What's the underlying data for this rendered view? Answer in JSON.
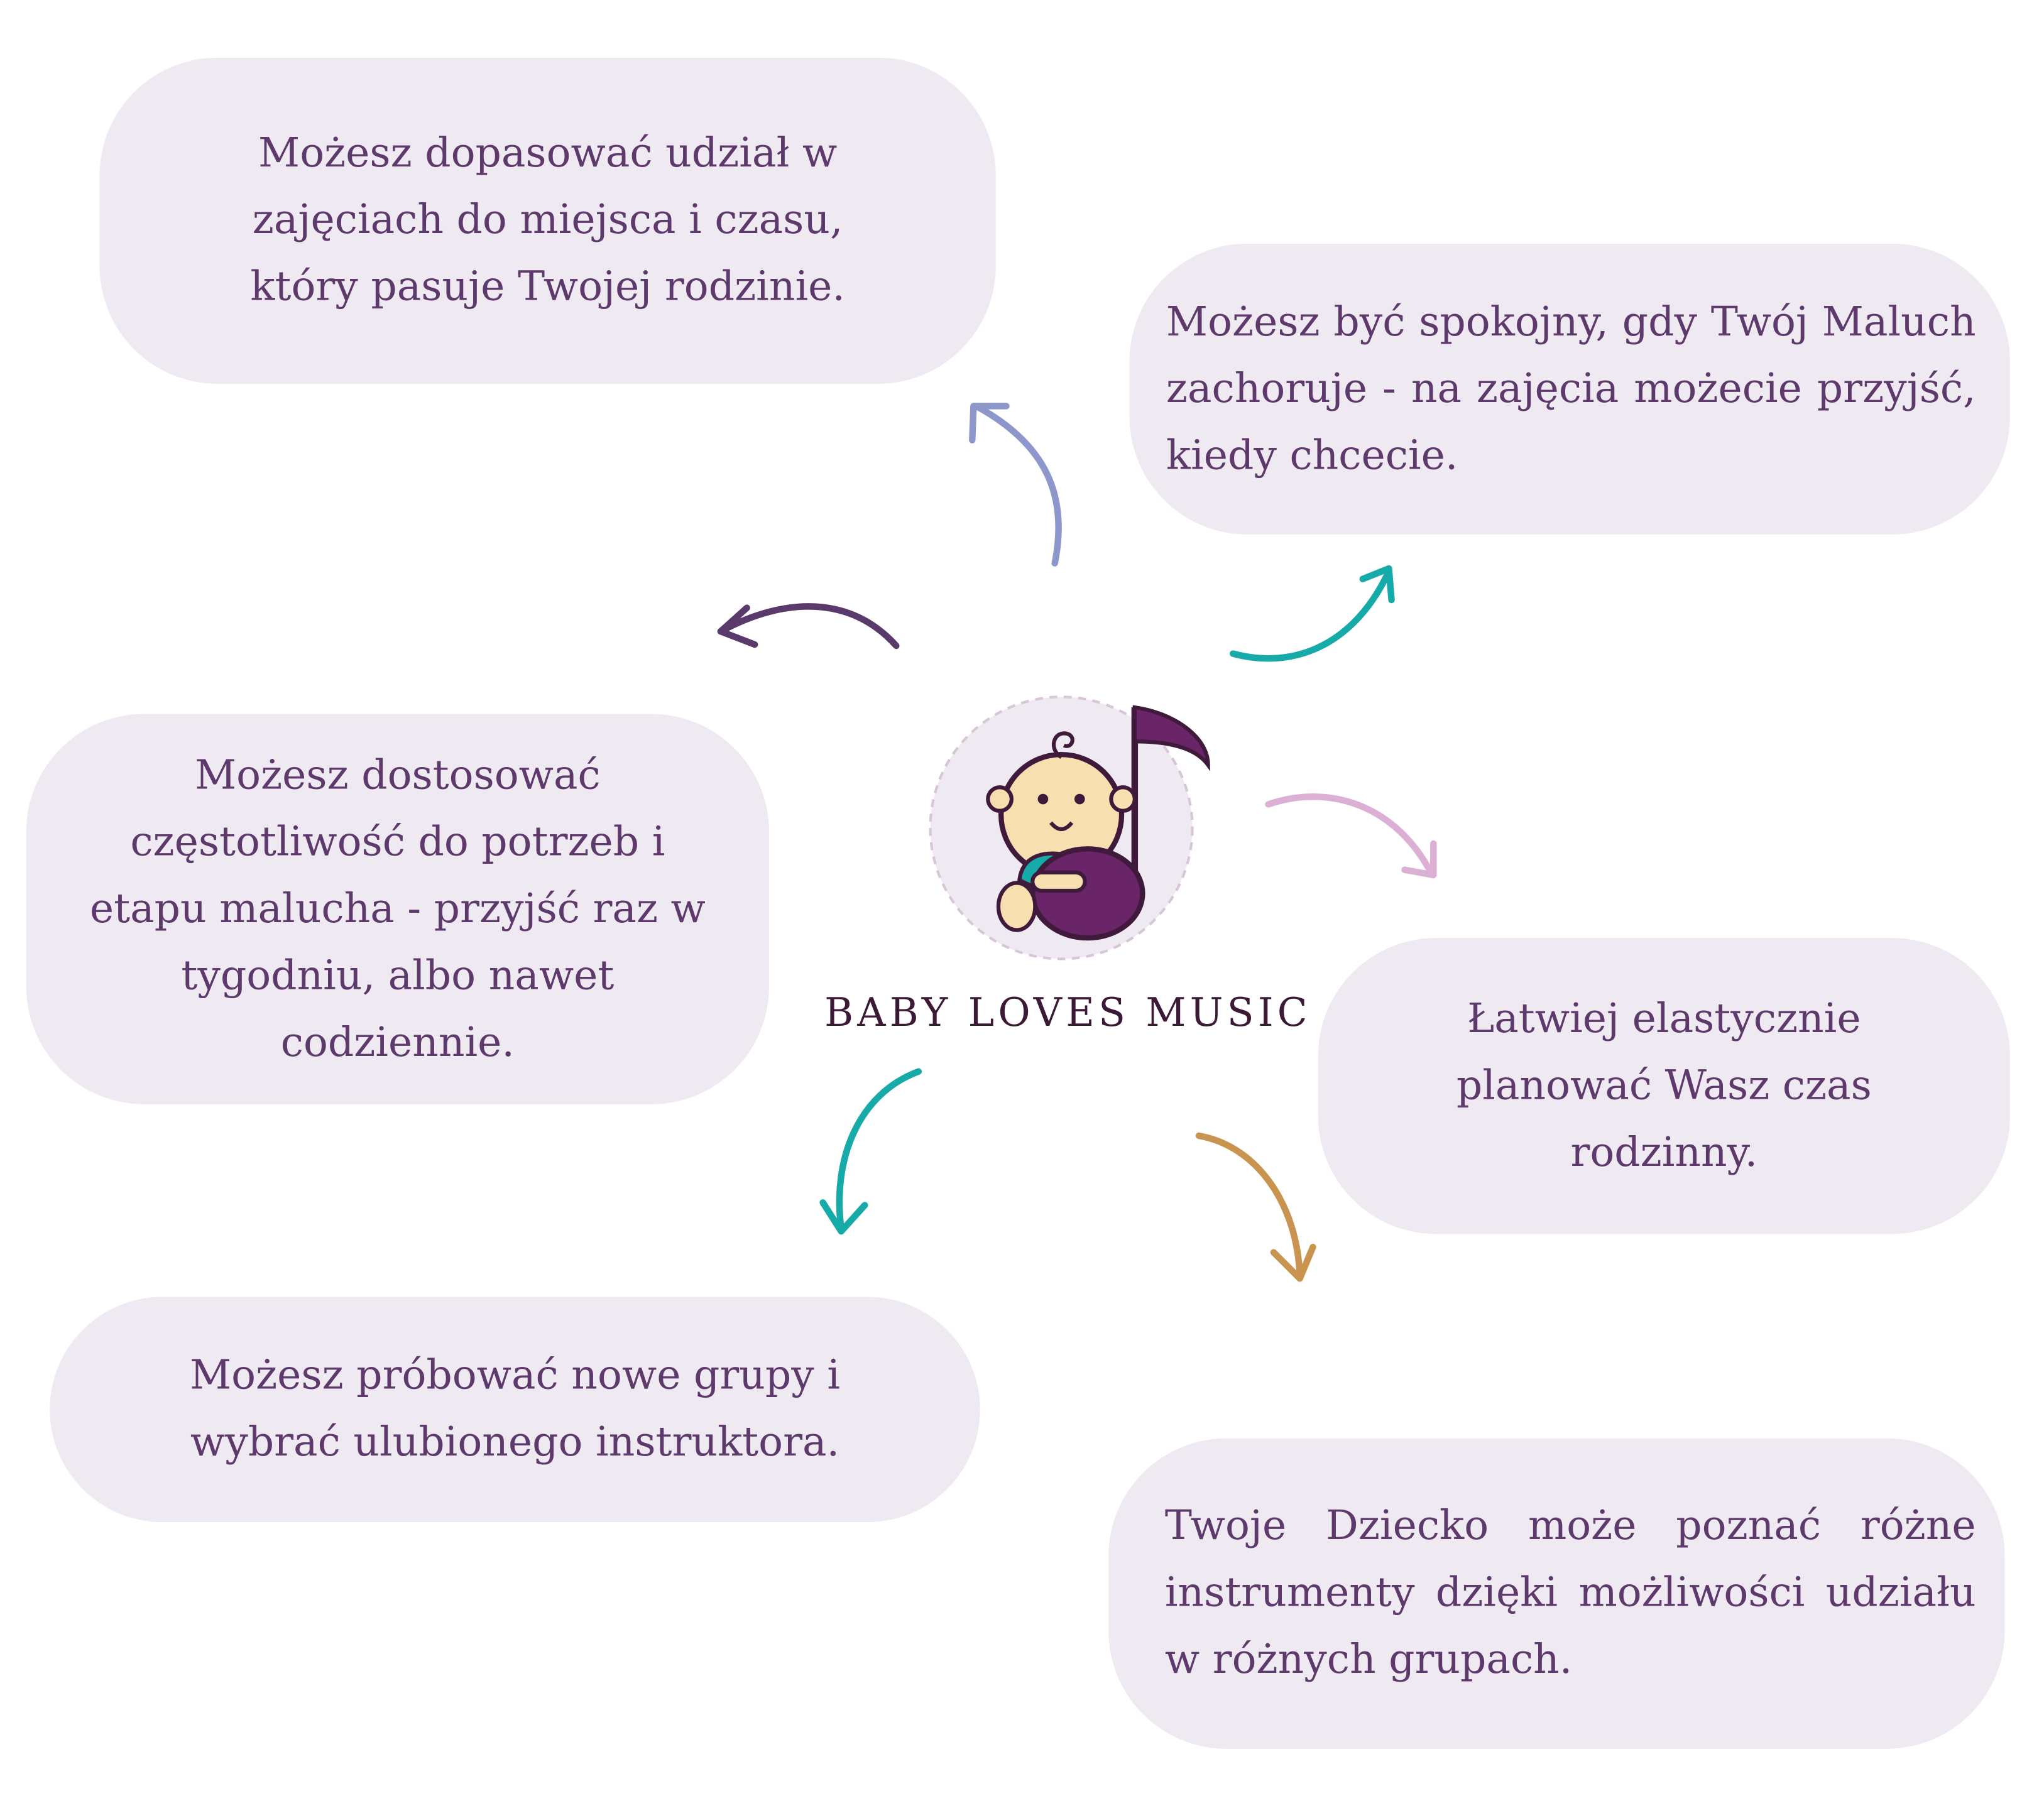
{
  "brand": {
    "name": "BABY LOVES MUSIC"
  },
  "bubbles": [
    {
      "text": "Możesz dopasować udział w zajęciach do miejsca i czasu, który pasuje Twojej rodzinie."
    },
    {
      "text": "Możesz być spokojny, gdy Twój Maluch zachoruje - na zajęcia możecie przyjść, kiedy chcecie."
    },
    {
      "text": "Możesz dostosować częstotliwość do potrzeb i etapu malucha - przyjść raz w tygodniu, albo nawet codziennie."
    },
    {
      "text": "Łatwiej elastycznie planować Wasz czas rodzinny."
    },
    {
      "text": "Możesz próbować nowe grupy i wybrać ulubionego instruktora."
    },
    {
      "text": "Twoje Dziecko może poznać różne instrumenty dzięki możliwości udziału w różnych grupach."
    }
  ],
  "colors": {
    "bubble": "#efeaf1",
    "text": "#5e3a6c",
    "arrow_blue": "#8d97cc",
    "arrow_purple": "#5a3a6a",
    "arrow_teal": "#16aaa8",
    "arrow_pink": "#dcb0d5",
    "arrow_gold": "#c8944f"
  }
}
